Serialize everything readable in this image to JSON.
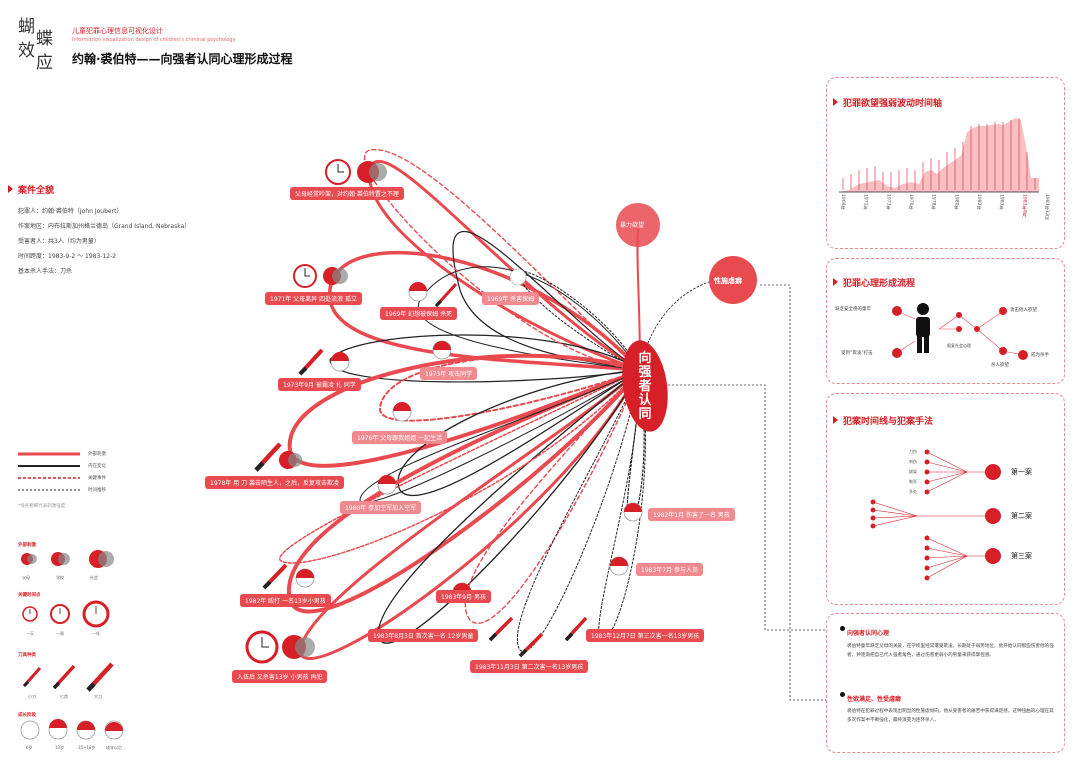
{
  "header": {
    "logo_chars": [
      "蝴",
      "蝶",
      "效",
      "应"
    ],
    "subtitle": "儿童犯罪心理信息可视化设计",
    "subtitle_en": "Information visualization design of children's criminal psychology",
    "title": "约翰·裘伯特——向强者认同心理形成过程"
  },
  "case": {
    "title": "案件全貌",
    "lines": [
      "犯罪人：约翰·裘伯特（John Joubert）",
      "作案地区：内布拉斯加州格兰德岛（Grand Island, Nebraska）",
      "受害者人：共3人（均为男童）",
      "时间跨度：1983-9-2 ～ 1983-12-2",
      "基本杀人手法：刀杀"
    ]
  },
  "legend": {
    "lines": [
      "外部刺激",
      "内在变化",
      "关键事件",
      "时间推移"
    ],
    "note": "*线条粗细代表刺激强度",
    "groups": [
      {
        "title": "外部刺激",
        "labels": [
          "父母",
          "学校",
          "社会"
        ]
      },
      {
        "title": "关键时间点",
        "labels": [
          "一天",
          "一周",
          "一年"
        ]
      },
      {
        "title": "刀具种类",
        "labels": [
          "小刀",
          "匕首",
          "大刀"
        ]
      },
      {
        "title": "成长阶段",
        "labels": [
          "6岁",
          "13岁",
          "15~18岁",
          "成年以后"
        ]
      }
    ]
  },
  "hub": {
    "label": "向强者认同",
    "branch1": "暴力欲望",
    "branch2": "性施虐癖"
  },
  "events": [
    "父母经常吵架，对约翰·裘伯特置之不理",
    "1971年 父母离异 四处流浪 孤立",
    "1969年 幻想被保姆 杀死",
    "1969年 杀害保姆",
    "1973年9月 被霸凌 扎 同学",
    "1973年 攻击同学",
    "1976年 父母跟我姐姐 一起生活",
    "1978年 用 刀 袭击陌生人，之后，反复攻击欺凌",
    "1980年 参加空军加入空军",
    "1982年 殴打 一名13岁小男孩",
    "1982年1月 伤害了一名 男孩",
    "1983年7月 参与人员",
    "入伍后 又杀害13岁 小男孩 再犯",
    "1983年9月 男孩",
    "1983年8月3日 首次害一名 12岁男童",
    "1983年11月3日 第二次害一名13岁男孩",
    "1983年12月7日 第三次害一名13岁男孩"
  ],
  "timeline_panel": {
    "title": "犯罪欲望强弱波动时间轴",
    "ticks": [
      "1969年",
      "1971年",
      "1973年",
      "1976年",
      "1978年",
      "1980年",
      "1982年",
      "1983年",
      "1983年8月",
      "1983年12月"
    ]
  },
  "process_panel": {
    "title": "犯罪心理形成流程",
    "nodes": [
      "缺乏安全感的童年",
      "受到“欺凌”打击",
      "报复社会心理",
      "攻击他人欲望",
      "杀人欲望",
      "成为杀手"
    ]
  },
  "method_panel": {
    "title": "犯案时间线与犯案手法",
    "cases": [
      "第一案",
      "第二案",
      "第三案"
    ],
    "left_labels": [
      "刀伤",
      "刺伤",
      "绑架",
      "勒死",
      "多处"
    ]
  },
  "text_panel": {
    "h1": "向强者认同心理",
    "p1": "裘伯特童年缺乏父母的关爱，在学校里经常遭受欺凌，长期处于弱势地位。他开始认同那些伤害他的强者，并逐渐把自己代入强者角色，通过伤害更弱小的男童来获得掌控感。",
    "h2": "性欲满足、性受虐癖",
    "p2": "裘伯特在犯罪过程中表现出明显的性施虐倾向，他从受害者的痛苦中获得满足感，这种扭曲的心理在其多次作案中不断强化，最终演变为连环杀人。"
  },
  "colors": {
    "accent": "#d61f26",
    "light": "#e84a50",
    "grey": "#777777"
  }
}
